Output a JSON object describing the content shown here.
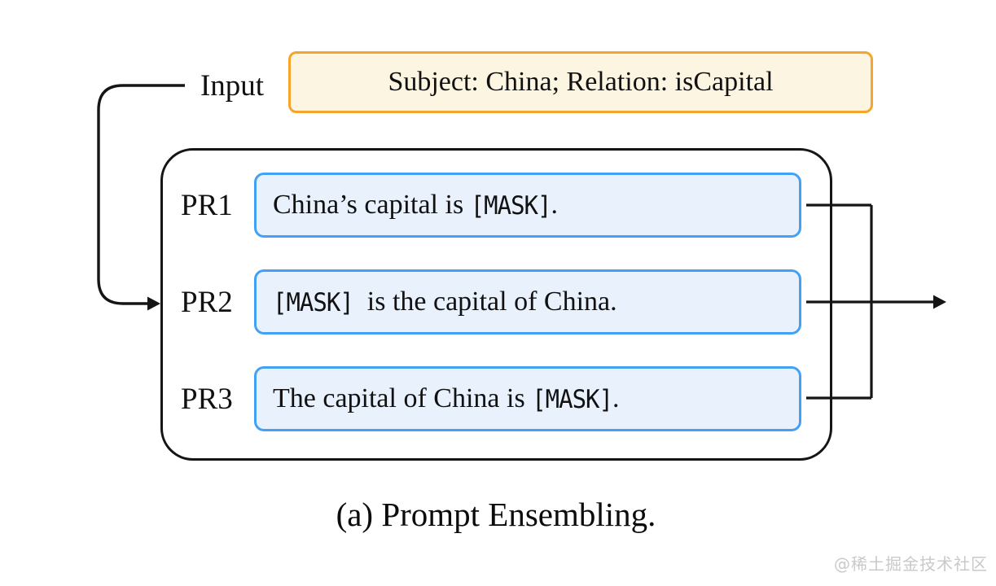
{
  "diagram": {
    "input_label": "Input",
    "input_value": "Subject: China; Relation: isCapital",
    "prompts": [
      {
        "label": "PR1",
        "pre": "China’s capital is ",
        "mask": "[MASK]",
        "post": "."
      },
      {
        "label": "PR2",
        "pre": "",
        "mask": "[MASK]",
        "post": "  is the capital of China."
      },
      {
        "label": "PR3",
        "pre": "The capital of China is ",
        "mask": "[MASK]",
        "post": "."
      }
    ],
    "caption": "(a) Prompt Ensembling.",
    "watermark": "@稀土掘金技术社区"
  },
  "colors": {
    "line": "#151515",
    "input_box_border": "#f5a42c",
    "input_box_bg": "#fcf5e2",
    "prompt_box_border": "#42a0f5",
    "prompt_box_bg": "#e8f1fc",
    "text": "#111111",
    "watermark": "#c9c9c9"
  }
}
